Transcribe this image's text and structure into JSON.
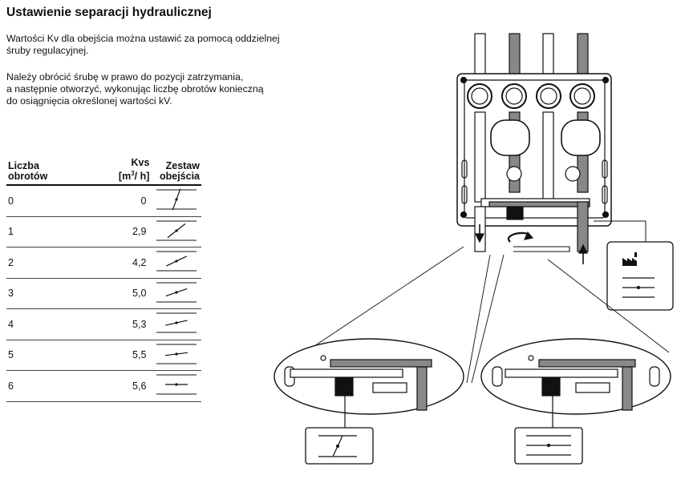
{
  "title": "Ustawienie separacji hydraulicznej",
  "paragraph1": [
    "Wartości Kv dla obejścia można ustawić za pomocą oddzielnej",
    "śruby regulacyjnej."
  ],
  "paragraph2": [
    "Należy obrócić śrubę w prawo do pozycji zatrzymania,",
    "a następnie otworzyć, wykonując liczbę obrotów konieczną",
    "do osiągnięcia określonej wartości kV."
  ],
  "table": {
    "headers": {
      "col1": [
        "Liczba",
        "obrotów"
      ],
      "col2_line1": "Kvs",
      "col2_line2_prefix": "[m",
      "col2_sup": "3",
      "col2_line2_suffix": "/ h]",
      "col3": [
        "Zestaw",
        "obejścia"
      ]
    },
    "rows": [
      {
        "turns": "0",
        "kvs": "0",
        "symbol_angle": 70
      },
      {
        "turns": "1",
        "kvs": "2,9",
        "symbol_angle": 38
      },
      {
        "turns": "2",
        "kvs": "4,2",
        "symbol_angle": 26
      },
      {
        "turns": "3",
        "kvs": "5,0",
        "symbol_angle": 19
      },
      {
        "turns": "4",
        "kvs": "5,3",
        "symbol_angle": 13
      },
      {
        "turns": "5",
        "kvs": "5,5",
        "symbol_angle": 7
      },
      {
        "turns": "6",
        "kvs": "5,6",
        "symbol_angle": 0
      }
    ]
  },
  "diagram": {
    "factory_icon": "factory-icon",
    "rotation_arrow": "clockwise-arrow-icon",
    "flow_down_arrow": "arrow-down-icon",
    "flow_up_arrow": "arrow-up-icon"
  }
}
